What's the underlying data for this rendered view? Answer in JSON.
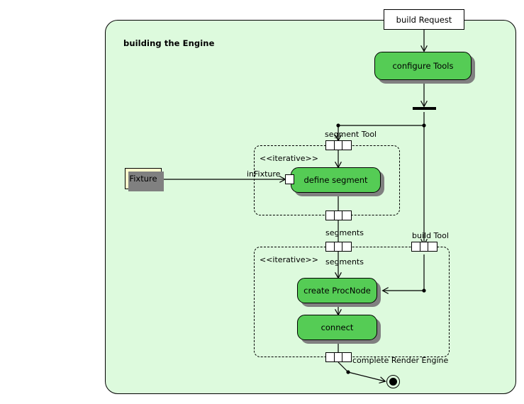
{
  "diagram": {
    "type": "uml-activity-diagram",
    "frame_title": "building the Engine",
    "background_color": "#ddfadd",
    "action_color": "#55cc55",
    "object_color": "#ffffcc",
    "border_color": "#000000"
  },
  "nodes": {
    "build_request": "build Request",
    "configure_tools": "configure Tools",
    "fixture": "Fixture",
    "define_segment": "define segment",
    "create_procnode": "create ProcNode",
    "connect": "connect"
  },
  "regions": [
    {
      "id": "region-segments",
      "stereotype": "<<iterative>>"
    },
    {
      "id": "region-procnodes",
      "stereotype": "<<iterative>>"
    }
  ],
  "pins": {
    "segment_tool": "segment Tool",
    "in_fixture": "inFixture",
    "segments_out": "segments",
    "segments_in": "segments",
    "build_tool": "build Tool",
    "complete_render_engine": "complete Render Engine"
  }
}
